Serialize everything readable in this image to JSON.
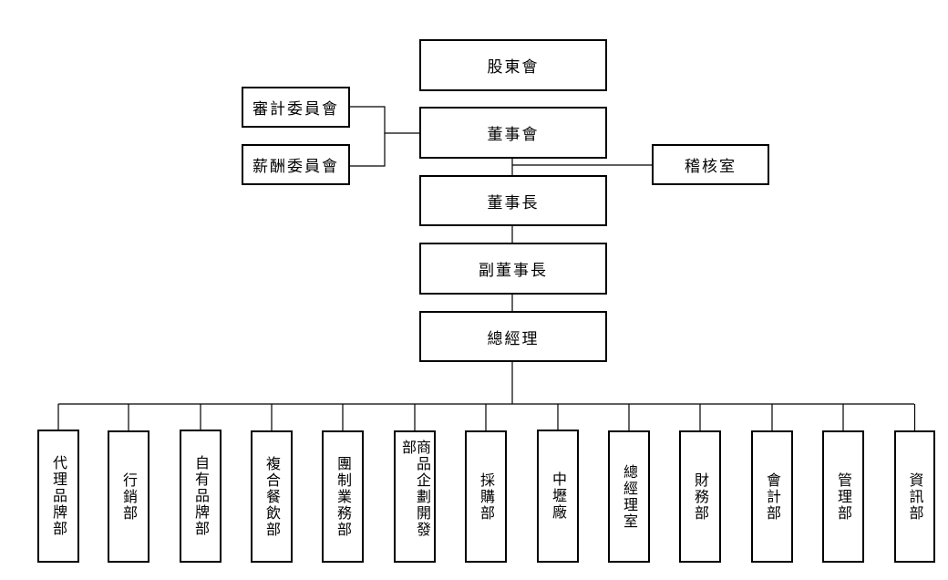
{
  "org_chart": {
    "shareholders": "股東會",
    "audit_committee": "審計委員會",
    "remuneration_committee": "薪酬委員會",
    "board": "董事會",
    "internal_audit": "稽核室",
    "chairman": "董事長",
    "vice_chairman": "副董事長",
    "general_manager": "總經理",
    "departments": [
      "代理品牌部",
      "行銷部",
      "自有品牌部",
      "複合餐飲部",
      "團制業務部",
      "商品企劃開發部",
      "採購部",
      "中壢廠",
      "總經理室",
      "財務部",
      "會計部",
      "管理部",
      "資訊部"
    ]
  }
}
